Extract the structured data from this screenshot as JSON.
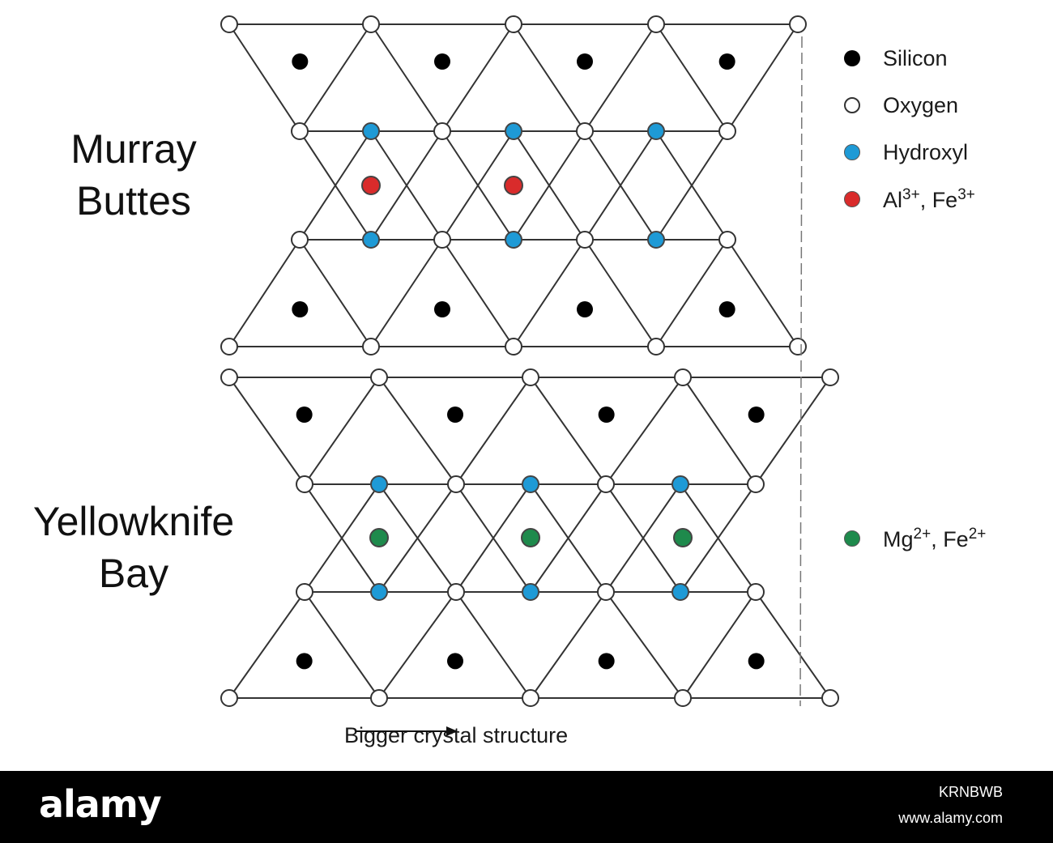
{
  "labels": {
    "murray_line1": "Murray",
    "murray_line2": "Buttes",
    "yellowknife_line1": "Yellowknife",
    "yellowknife_line2": "Bay"
  },
  "legend": [
    {
      "label": "Silicon",
      "color": "#000000"
    },
    {
      "label": "Oxygen",
      "color": "#ffffff"
    },
    {
      "label": "Hydroxyl",
      "color": "#1e9ad6"
    },
    {
      "label": "Al3+, Fe3+",
      "color": "#d92b2b"
    },
    {
      "label": "Mg2+, Fe2+",
      "color": "#1e8a4c"
    }
  ],
  "caption": "Bigger crystal structure",
  "colors": {
    "silicon": "#000000",
    "oxygen": "#ffffff",
    "hydroxyl": "#1e9ad6",
    "trivalent": "#d92b2b",
    "divalent": "#1e8a4c",
    "line": "#333333"
  },
  "watermark": {
    "logo": "alamy",
    "image_id": "KRNBWB",
    "url": "www.alamy.com"
  }
}
